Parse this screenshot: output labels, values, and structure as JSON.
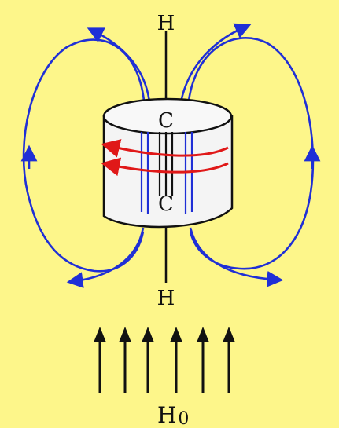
{
  "labels": {
    "top_h": "H",
    "bottom_h": "H",
    "top_c": "C",
    "bottom_c": "C",
    "field_main": "H",
    "field_sub": "0"
  },
  "colors": {
    "background": "#fdf68a",
    "field_lines": "#1f2fd6",
    "current_arrows": "#e01818",
    "cylinder_fill": "#f4f4f4",
    "ink": "#111111"
  },
  "external_field_arrow_count": 6
}
